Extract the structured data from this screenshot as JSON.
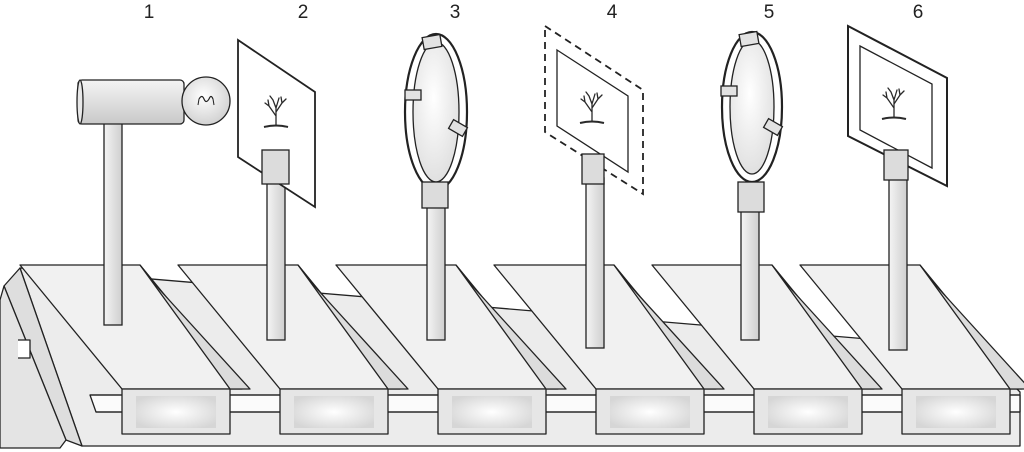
{
  "labels": [
    "1",
    "2",
    "3",
    "4",
    "5",
    "6"
  ],
  "elements": [
    {
      "label": "1",
      "kind": "light-source"
    },
    {
      "label": "2",
      "kind": "object-picture"
    },
    {
      "label": "3",
      "kind": "lens"
    },
    {
      "label": "4",
      "kind": "intermediate-image"
    },
    {
      "label": "5",
      "kind": "lens"
    },
    {
      "label": "6",
      "kind": "screen-image"
    }
  ],
  "colors": {
    "outline": "#222222",
    "bench_face": "#e9e9e9",
    "bench_top": "#f3f3f3",
    "rod": "#e2e2e2",
    "tree": "#2a2a2a"
  }
}
